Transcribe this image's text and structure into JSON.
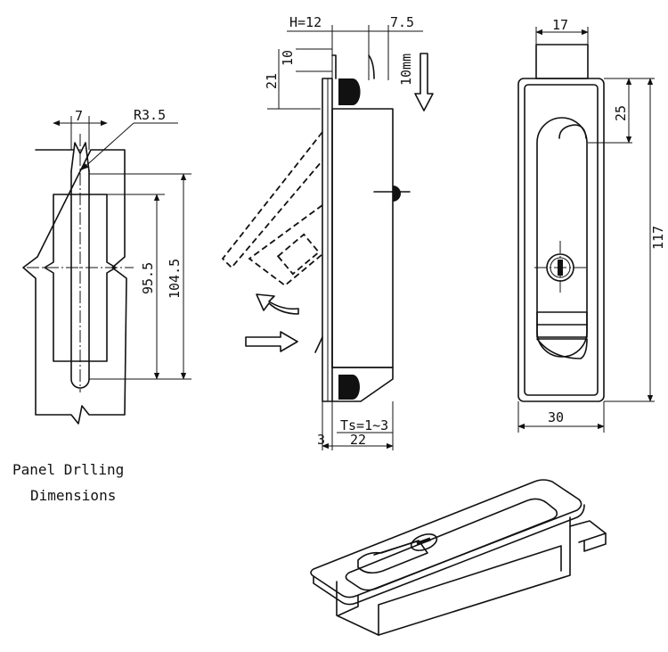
{
  "colors": {
    "line": "#111111",
    "background": "#ffffff"
  },
  "panel": {
    "dim_width": "7",
    "dim_radius": "R3.5",
    "dim_inner": "95.5",
    "dim_outer": "104.5",
    "caption_line1": "Panel Drlling",
    "caption_line2": "Dimensions"
  },
  "side": {
    "dim_h": "H=12",
    "dim_75": "7.5",
    "dim_10": "10",
    "dim_21": "21",
    "dim_travel": "10mm",
    "dim_ts": "Ts=1~3",
    "dim_3": "3",
    "dim_22": "22"
  },
  "front": {
    "dim_17": "17",
    "dim_25": "25",
    "dim_117": "117",
    "dim_30": "30"
  }
}
